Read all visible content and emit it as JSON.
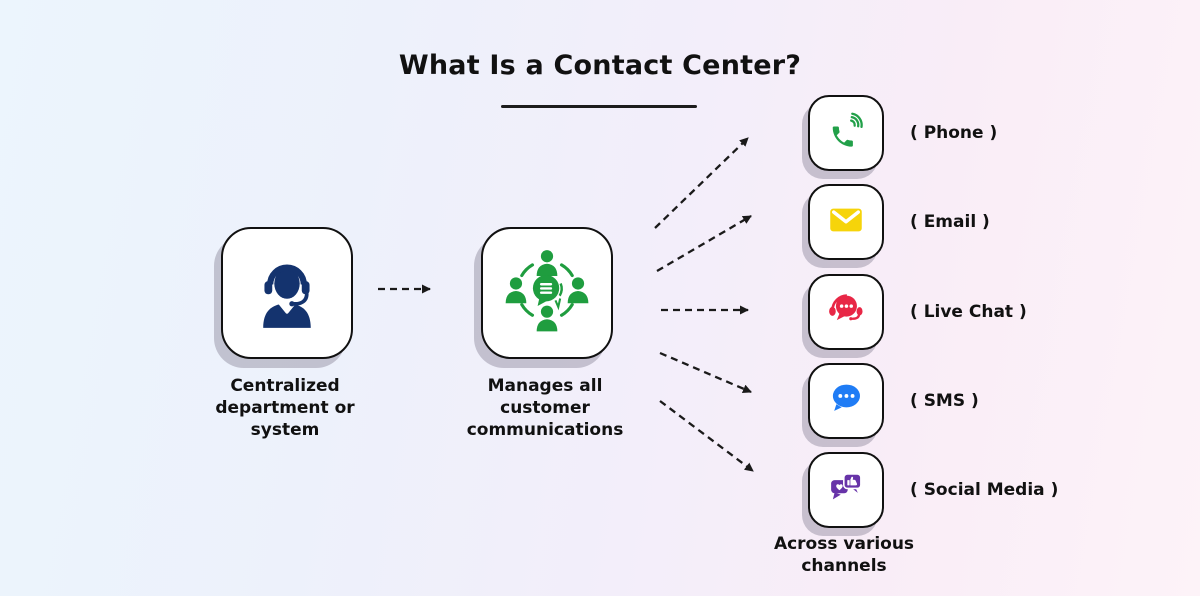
{
  "title": "What Is a Contact Center?",
  "nodes": {
    "source": {
      "label": "Centralized department or system",
      "icon": "support-agent-icon",
      "icon_color": "#14336e"
    },
    "hub": {
      "label": "Manages all customer communications",
      "icon": "team-communication-icon",
      "icon_color": "#1f9d3f"
    }
  },
  "channels": [
    {
      "label": "( Phone )",
      "icon": "phone-icon",
      "icon_color": "#22a049"
    },
    {
      "label": "( Email )",
      "icon": "email-icon",
      "icon_color": "#f6d40a"
    },
    {
      "label": "( Live Chat )",
      "icon": "live-chat-icon",
      "icon_color": "#e82746"
    },
    {
      "label": "( SMS )",
      "icon": "sms-icon",
      "icon_color": "#1f7cf5"
    },
    {
      "label": "( Social Media )",
      "icon": "social-media-icon",
      "icon_color": "#6733a8"
    }
  ],
  "footer": "Across various channels",
  "style": {
    "arrow_color": "#1a1a1a",
    "border_color": "#111111",
    "text_color": "#111111",
    "box_background": "#ffffff",
    "background_gradient": [
      "#ecf5fd",
      "#f3eefa",
      "#fdf3f8"
    ],
    "shadow_color": "rgba(122,115,138,0.38)"
  }
}
